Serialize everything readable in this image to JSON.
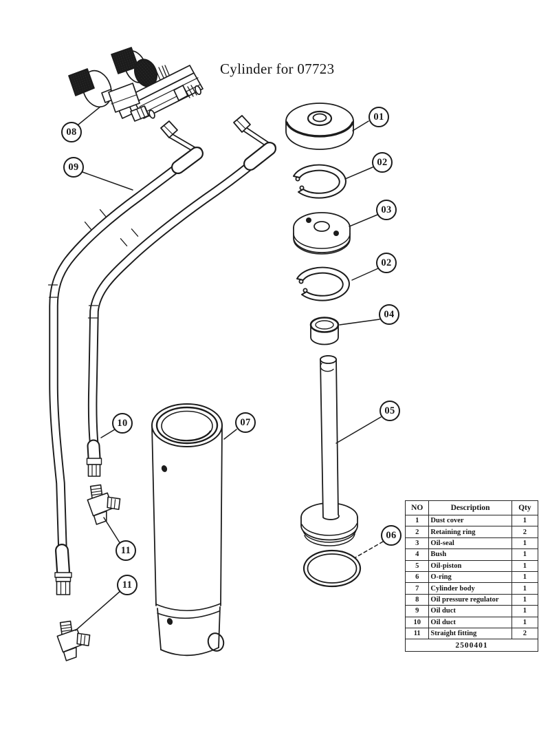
{
  "title": "Cylinder for 07723",
  "colors": {
    "ink": "#1c1c1c",
    "paper": "#ffffff"
  },
  "callouts": [
    {
      "part": "dust-cover",
      "label": "01"
    },
    {
      "part": "retaining-ring-upper",
      "label": "02"
    },
    {
      "part": "oil-seal",
      "label": "03"
    },
    {
      "part": "retaining-ring-lower",
      "label": "02"
    },
    {
      "part": "bush",
      "label": "04"
    },
    {
      "part": "oil-piston",
      "label": "05"
    },
    {
      "part": "o-ring",
      "label": "06"
    },
    {
      "part": "cylinder-body",
      "label": "07"
    },
    {
      "part": "oil-pressure-regulator",
      "label": "08"
    },
    {
      "part": "oil-duct-a",
      "label": "09"
    },
    {
      "part": "oil-duct-b",
      "label": "10"
    },
    {
      "part": "straight-fitting-a",
      "label": "11"
    },
    {
      "part": "straight-fitting-b",
      "label": "11"
    }
  ],
  "table": {
    "headers": [
      "NO",
      "Description",
      "Qty"
    ],
    "rows": [
      [
        "1",
        "Dust cover",
        "1"
      ],
      [
        "2",
        "Retaining ring",
        "2"
      ],
      [
        "3",
        "Oil-seal",
        "1"
      ],
      [
        "4",
        "Bush",
        "1"
      ],
      [
        "5",
        "Oil-piston",
        "1"
      ],
      [
        "6",
        "O-ring",
        "1"
      ],
      [
        "7",
        "Cylinder body",
        "1"
      ],
      [
        "8",
        "Oil pressure regulator",
        "1"
      ],
      [
        "9",
        "Oil duct",
        "1"
      ],
      [
        "10",
        "Oil duct",
        "1"
      ],
      [
        "11",
        "Straight fitting",
        "2"
      ]
    ],
    "footer": "2500401"
  }
}
